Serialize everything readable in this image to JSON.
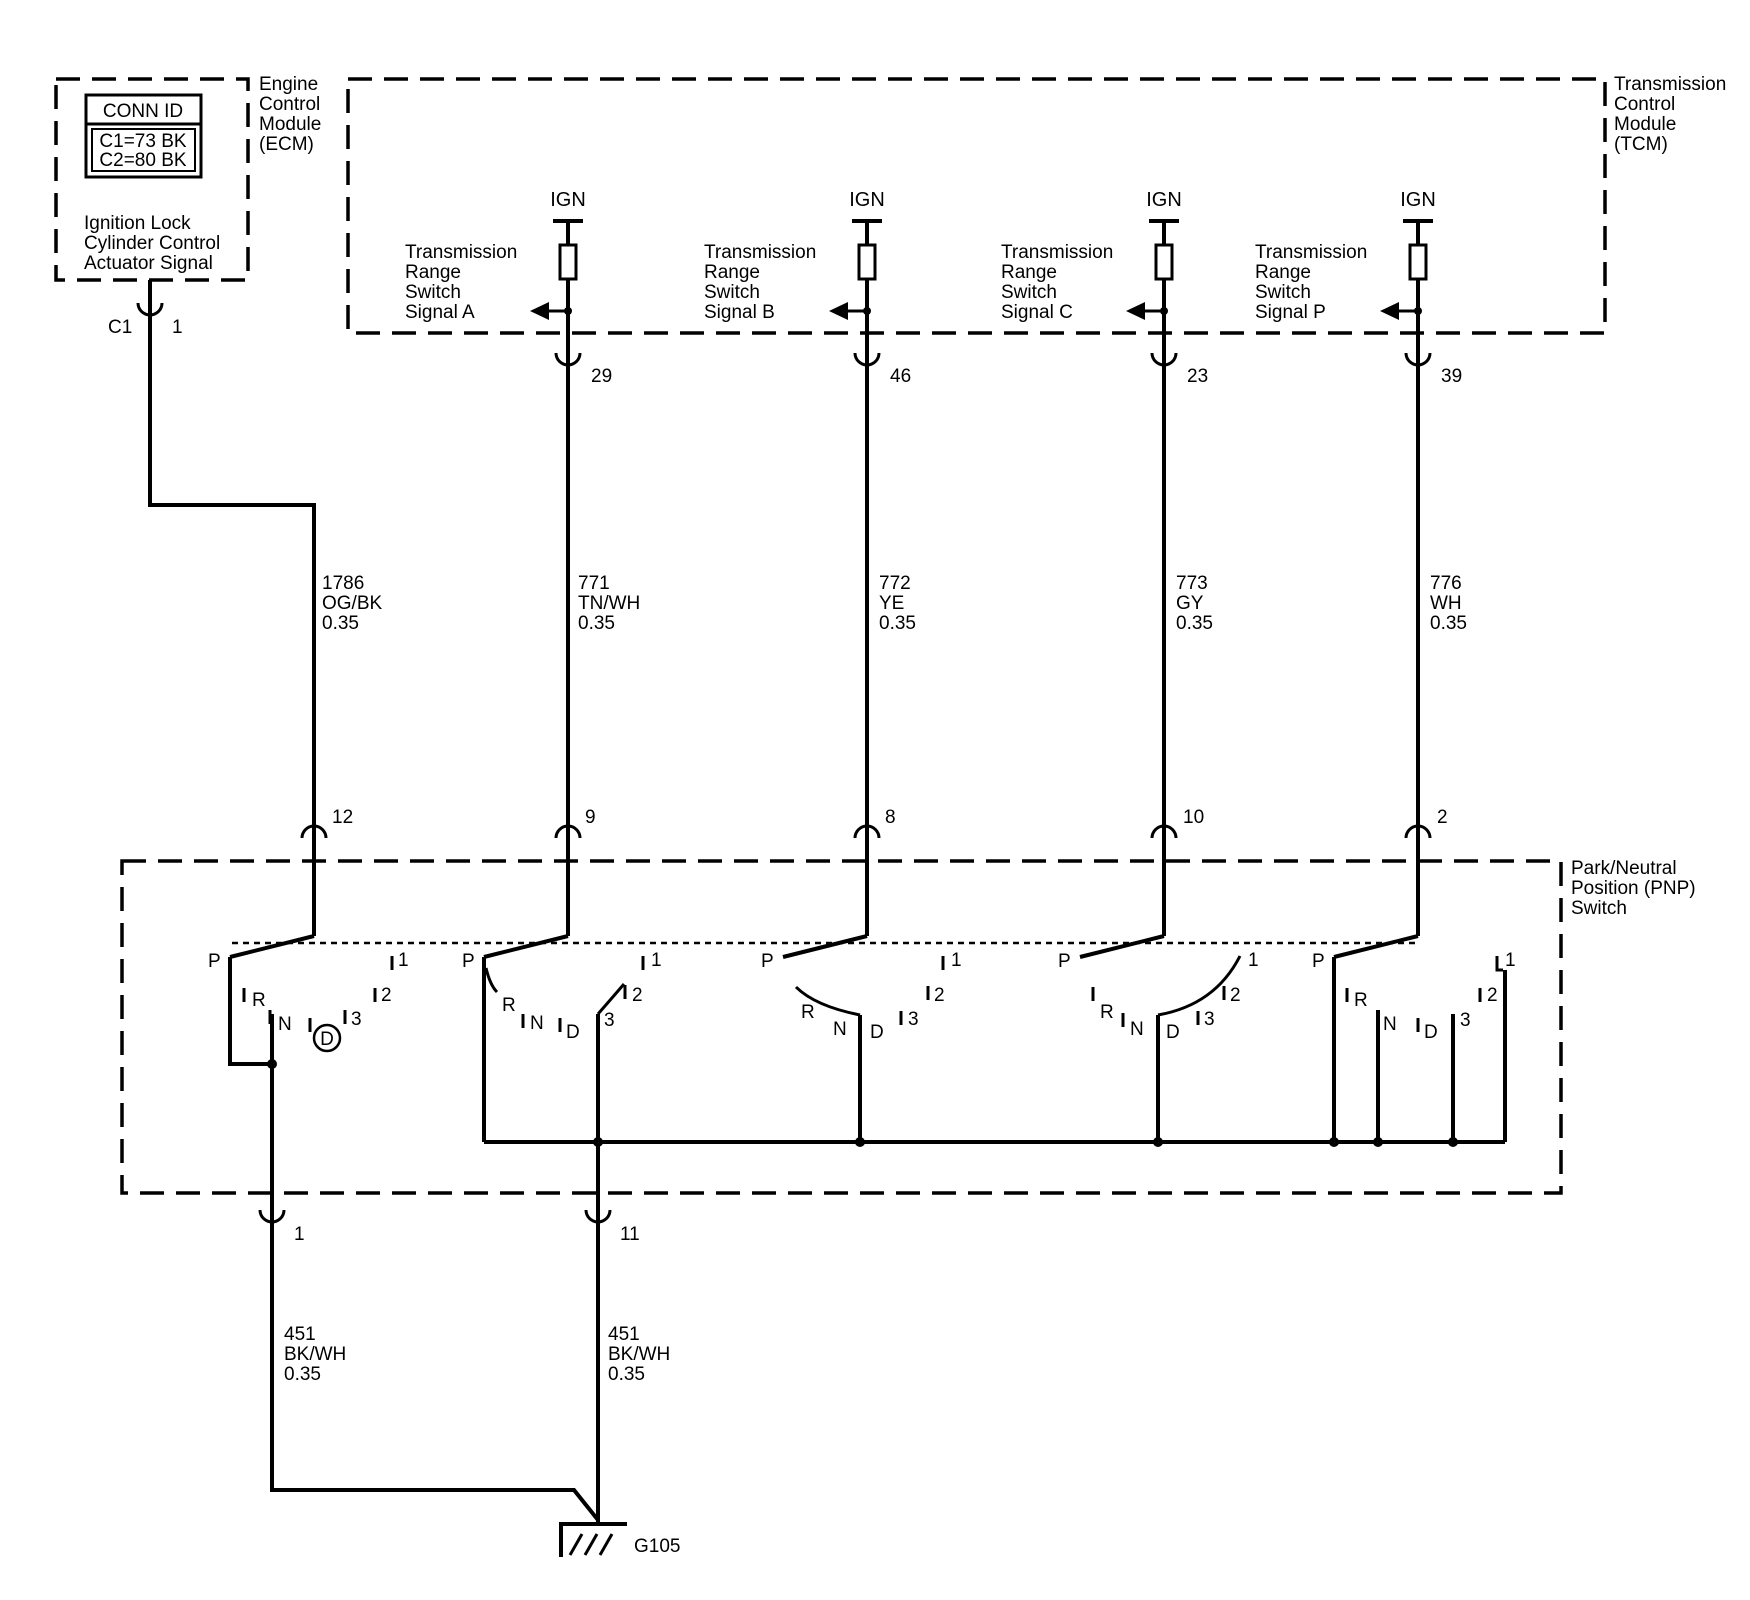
{
  "ecm": {
    "name": [
      "Engine",
      "Control",
      "Module",
      "(ECM)"
    ],
    "conn_id_title": "CONN ID",
    "conn_ids": [
      "C1=73 BK",
      "C2=80 BK"
    ],
    "signal": [
      "Ignition Lock",
      "Cylinder Control",
      "Actuator Signal"
    ],
    "connector": "C1",
    "pin": "1"
  },
  "tcm": {
    "name": [
      "Transmission",
      "Control",
      "Module",
      "(TCM)"
    ],
    "ign_label": "IGN",
    "signals": [
      {
        "lines": [
          "Transmission",
          "Range",
          "Switch",
          "Signal A"
        ],
        "pin": "29"
      },
      {
        "lines": [
          "Transmission",
          "Range",
          "Switch",
          "Signal B"
        ],
        "pin": "46"
      },
      {
        "lines": [
          "Transmission",
          "Range",
          "Switch",
          "Signal C"
        ],
        "pin": "23"
      },
      {
        "lines": [
          "Transmission",
          "Range",
          "Switch",
          "Signal P"
        ],
        "pin": "39"
      }
    ]
  },
  "wires": [
    {
      "circuit": "1786",
      "color": "OG/BK",
      "size": "0.35",
      "pnp_pin": "12"
    },
    {
      "circuit": "771",
      "color": "TN/WH",
      "size": "0.35",
      "pnp_pin": "9"
    },
    {
      "circuit": "772",
      "color": "YE",
      "size": "0.35",
      "pnp_pin": "8"
    },
    {
      "circuit": "773",
      "color": "GY",
      "size": "0.35",
      "pnp_pin": "10"
    },
    {
      "circuit": "776",
      "color": "WH",
      "size": "0.35",
      "pnp_pin": "2"
    }
  ],
  "pnp": {
    "name": [
      "Park/Neutral",
      "Position (PNP)",
      "Switch"
    ],
    "positions": [
      "P",
      "R",
      "N",
      "D",
      "3",
      "2",
      "1"
    ],
    "ground_pins": [
      "1",
      "11"
    ]
  },
  "ground_wires": [
    {
      "circuit": "451",
      "color": "BK/WH",
      "size": "0.35"
    },
    {
      "circuit": "451",
      "color": "BK/WH",
      "size": "0.35"
    }
  ],
  "ground": "G105"
}
